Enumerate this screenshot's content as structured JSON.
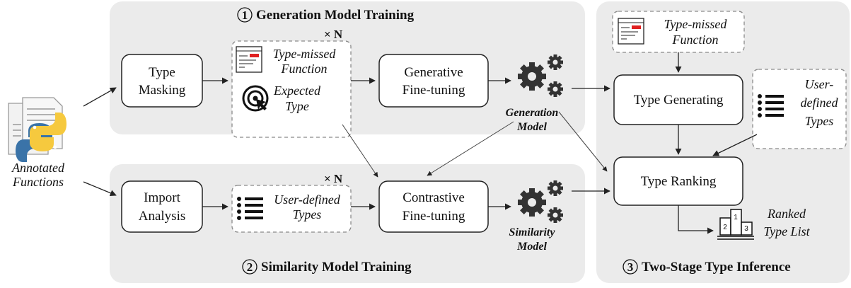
{
  "input": {
    "label_line1": "Annotated",
    "label_line2": "Functions"
  },
  "panel1": {
    "number": "1",
    "title": "Generation Model Training",
    "type_masking": [
      "Type",
      "Masking"
    ],
    "multiplier": "× N",
    "missed_function": [
      "Type-missed",
      "Function"
    ],
    "expected_type": [
      "Expected",
      "Type"
    ],
    "generative_finetuning": [
      "Generative",
      "Fine-tuning"
    ],
    "model_label": [
      "Generation",
      "Model"
    ]
  },
  "panel2": {
    "number": "2",
    "title": "Similarity Model Training",
    "import_analysis": [
      "Import",
      "Analysis"
    ],
    "multiplier": "× N",
    "user_types": [
      "User-defined",
      "Types"
    ],
    "contrastive_finetuning": [
      "Contrastive",
      "Fine-tuning"
    ],
    "model_label": [
      "Similarity",
      "Model"
    ]
  },
  "panel3": {
    "number": "3",
    "title": "Two-Stage Type Inference",
    "missed_function": [
      "Type-missed",
      "Function"
    ],
    "type_generating": "Type Generating",
    "user_types": [
      "User-",
      "defined",
      "Types"
    ],
    "type_ranking": "Type Ranking",
    "ranked_list": [
      "Ranked",
      "Type List"
    ],
    "podium_labels": [
      "1",
      "2",
      "3"
    ]
  },
  "colors": {
    "panel": "#ebebeb",
    "accent_red": "#e02020",
    "python_blue": "#3a73a8",
    "python_yellow": "#f6c93e"
  }
}
